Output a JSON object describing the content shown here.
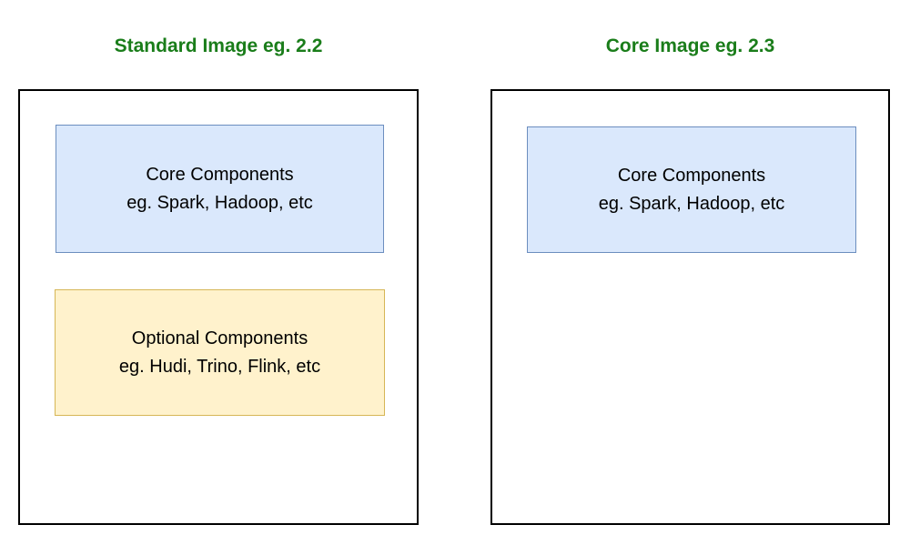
{
  "colors": {
    "title_green": "#1a7d1a",
    "blue_fill": "#dae8fc",
    "blue_border": "#6c8ebf",
    "yellow_fill": "#fff2cc",
    "yellow_border": "#d6b656",
    "container_border": "#000000",
    "text_color": "#000000"
  },
  "panels": [
    {
      "title": "Standard Image eg. 2.2",
      "components": [
        {
          "kind": "core-components-box",
          "line1": "Core Components",
          "line2": "eg. Spark, Hadoop, etc"
        },
        {
          "kind": "optional-components-box",
          "line1": "Optional Components",
          "line2": "eg. Hudi, Trino, Flink, etc"
        }
      ]
    },
    {
      "title": "Core Image eg. 2.3",
      "components": [
        {
          "kind": "core-components-box",
          "line1": "Core Components",
          "line2": "eg. Spark, Hadoop, etc"
        }
      ]
    }
  ]
}
